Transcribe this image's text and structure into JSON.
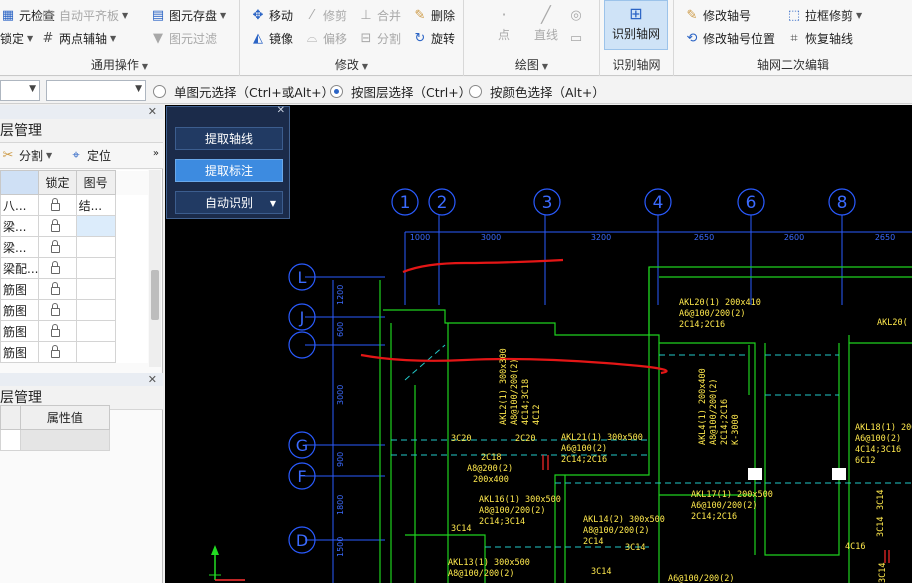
{
  "ribbon": {
    "general": {
      "label": "通用操作",
      "check": "元检查",
      "lock": "锁定",
      "auto_align": "自动平齐板",
      "two_point_axis": "两点辅轴",
      "store_elem": "图元存盘",
      "filter_elem": "图元过滤"
    },
    "modify": {
      "label": "修改",
      "move": "移动",
      "trim": "修剪",
      "merge": "合并",
      "delete": "删除",
      "mirror": "镜像",
      "offset": "偏移",
      "split": "分割",
      "rotate": "旋转"
    },
    "draw": {
      "label": "绘图",
      "point": "点",
      "line": "直线"
    },
    "recognize": {
      "label": "识别轴网",
      "button": "识别轴网"
    },
    "axis_edit": {
      "label": "轴网二次编辑",
      "modify_no": "修改轴号",
      "box_trim": "拉框修剪",
      "modify_no_pos": "修改轴号位置",
      "restore_axis": "恢复轴线"
    }
  },
  "optbar": {
    "radio1": "单图元选择（Ctrl+或Alt+）",
    "radio2": "按图层选择（Ctrl+）",
    "radio3": "按颜色选择（Alt+）"
  },
  "leftpanel": {
    "title1": "层管理",
    "split": "分割",
    "locate": "定位",
    "col_lock": "锁定",
    "col_no": "图号",
    "rows": [
      {
        "name": "八...",
        "no": "结..."
      },
      {
        "name": "梁...",
        "no": ""
      },
      {
        "name": "梁...",
        "no": ""
      },
      {
        "name": "梁配...",
        "no": ""
      },
      {
        "name": "筋图",
        "no": ""
      },
      {
        "name": "筋图",
        "no": ""
      },
      {
        "name": "筋图",
        "no": ""
      },
      {
        "name": "筋图",
        "no": ""
      }
    ],
    "title2": "层管理",
    "col_attr": "属性值"
  },
  "palette": {
    "extract_axis": "提取轴线",
    "extract_label": "提取标注",
    "auto_recognize": "自动识别"
  },
  "cad": {
    "top_axes": [
      "1",
      "2",
      "3",
      "4",
      "6",
      "8"
    ],
    "top_dims": [
      "1000",
      "3000",
      "3200",
      "2650",
      "2600",
      "2650"
    ],
    "left_axes": [
      "L",
      "J",
      "",
      "G",
      "F",
      "D"
    ],
    "left_dims": [
      "1200",
      "600",
      "3000",
      "900",
      "1800",
      "1500"
    ],
    "beams": [
      "AKL20(1) 200x410",
      "A6@100/200(2)",
      "2C14;2C16",
      "AKL20(",
      "AKL21(1) 300x500",
      "A6@100(2)",
      "2C14;2C16",
      "AKL2(1) 300x300",
      "A8@100/200(2)",
      "4C14;3C18",
      "4C12",
      "3C20",
      "2C20",
      "2C18",
      "A8@200(2)",
      "200x400",
      "AKL16(1) 300x500",
      "A8@100/200(2)",
      "2C14;3C14",
      "3C14",
      "AKL14(2) 300x500",
      "A8@100/200(2)",
      "2C14",
      "3C14",
      "AKL13(1) 300x500",
      "A8@100/200(2)",
      "3C14",
      "AKL4(1) 200x400",
      "A8@100/200(2)",
      "2C14;2C16",
      "K-3000",
      "AKL17(1) 200x500",
      "A6@100/200(2)",
      "2C14;2C16",
      "AKL18(1) 200x",
      "A6@100(2)",
      "4C14;3C16",
      "6C12",
      "3C14",
      "3C14",
      "4C16",
      "3C14",
      "A6@100/200(2)"
    ]
  }
}
